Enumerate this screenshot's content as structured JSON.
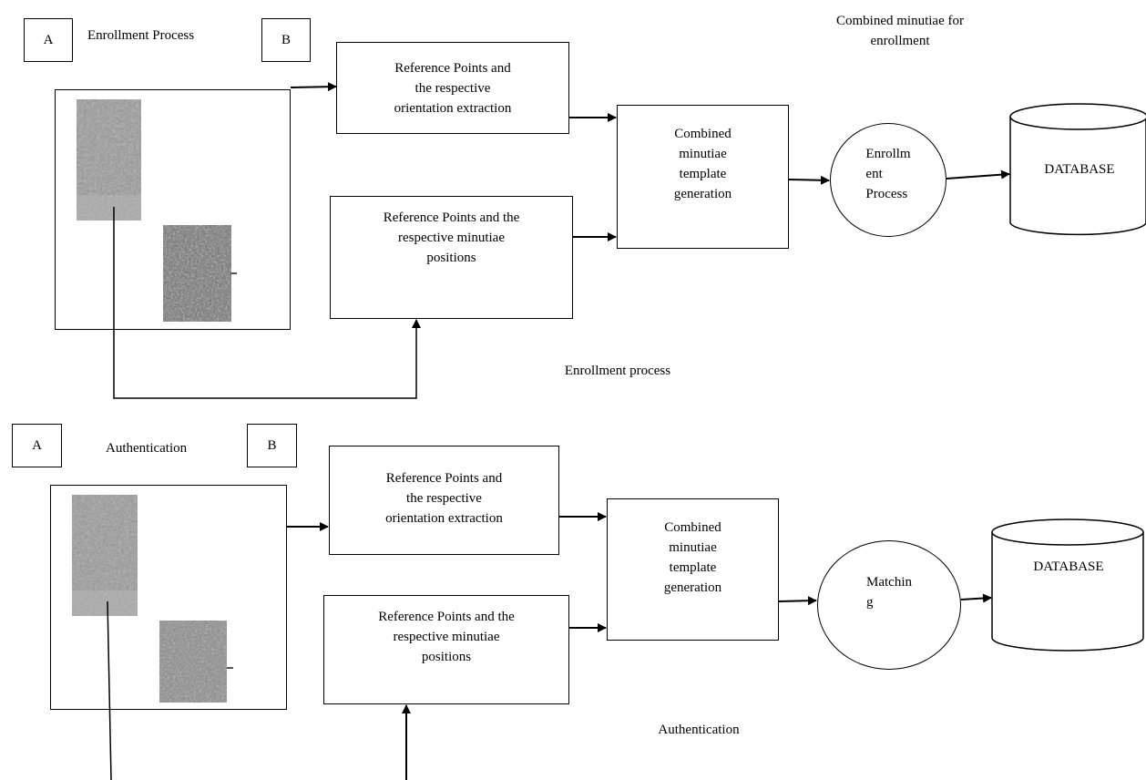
{
  "enrollment": {
    "label_a": "A",
    "label_b": "B",
    "section_title": "Enrollment Process",
    "top_caption": "Combined minutiae for\nenrollment",
    "orientation_box": "Reference Points and\nthe respective\norientation extraction",
    "minutiae_box": "Reference Points and the\nrespective minutiae\npositions",
    "combined_box": "Combined\nminutiae\ntemplate\ngeneration",
    "process_circle": "Enrollm\nent\nProcess",
    "database": "DATABASE",
    "bottom_caption": "Enrollment process"
  },
  "authentication": {
    "label_a": "A",
    "label_b": "B",
    "section_title": "Authentication",
    "orientation_box": "Reference Points and\nthe respective\norientation extraction",
    "minutiae_box": "Reference Points and the\nrespective minutiae\npositions",
    "combined_box": "Combined\nminutiae\ntemplate\ngeneration",
    "process_circle": "Matchin\ng",
    "database": "DATABASE",
    "bottom_caption": "Authentication"
  }
}
